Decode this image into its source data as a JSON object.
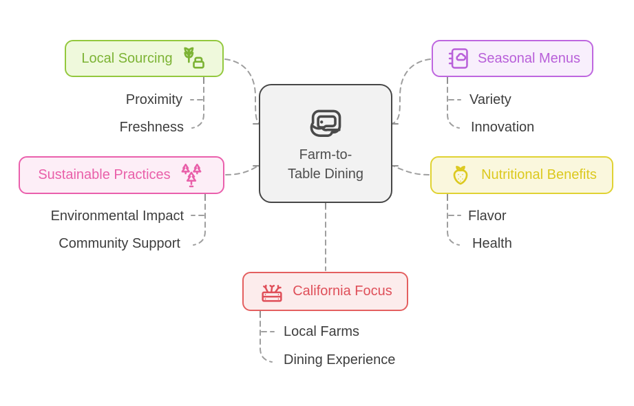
{
  "diagram": {
    "type": "mindmap",
    "connector_color": "#9E9E9E",
    "child_text_color": "#3D3D3D",
    "center": {
      "label_line1": "Farm-to-",
      "label_line2": "Table Dining",
      "icon": "steak-icon",
      "bg": "#F2F2F2",
      "border": "#464646",
      "text_color": "#4E4E4E"
    },
    "branches": [
      {
        "id": "local-sourcing",
        "label": "Local Sourcing",
        "icon": "wheat-harvest-icon",
        "position": "top-left",
        "bg": "#EFF9DC",
        "border": "#93C83D",
        "text_color": "#7CB334",
        "children": [
          "Proximity",
          "Freshness"
        ]
      },
      {
        "id": "seasonal-menus",
        "label": "Seasonal Menus",
        "icon": "notebook-flower-icon",
        "position": "top-right",
        "bg": "#F8EFFC",
        "border": "#BE66DF",
        "text_color": "#B85FD9",
        "children": [
          "Variety",
          "Innovation"
        ]
      },
      {
        "id": "sustainable-practices",
        "label": "Sustainable Practices",
        "icon": "pine-trees-icon",
        "position": "mid-left",
        "bg": "#FDEEF7",
        "border": "#EA5FAC",
        "text_color": "#E95FA9",
        "children": [
          "Environmental Impact",
          "Community Support"
        ]
      },
      {
        "id": "nutritional-benefits",
        "label": "Nutritional Benefits",
        "icon": "strawberry-icon",
        "position": "mid-right",
        "bg": "#FAF7DD",
        "border": "#E0D232",
        "text_color": "#DCC91F",
        "children": [
          "Flavor",
          "Health"
        ]
      },
      {
        "id": "california-focus",
        "label": "California Focus",
        "icon": "vegetable-crate-icon",
        "position": "bottom",
        "bg": "#FCECEC",
        "border": "#E45F5F",
        "text_color": "#DF4F59",
        "children": [
          "Local Farms",
          "Dining Experience"
        ]
      }
    ]
  }
}
